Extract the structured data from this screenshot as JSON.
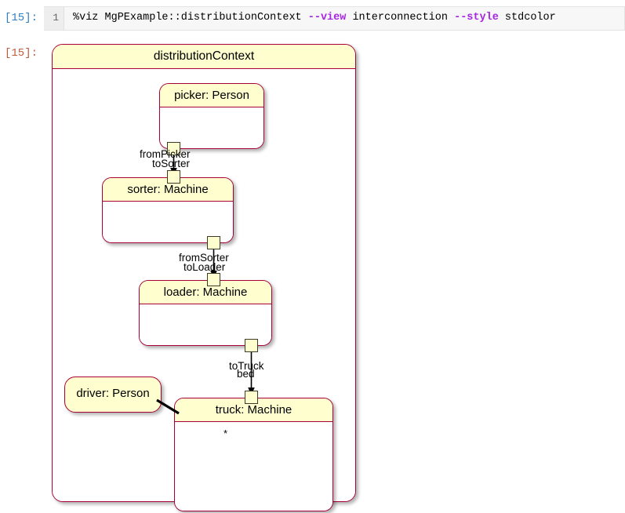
{
  "notebook": {
    "input_prompt": "[15]:",
    "output_prompt": "[15]:",
    "line_number": "1",
    "code": {
      "part1": "%viz MgPExample::distributionContext ",
      "flag1": "--view",
      "part2": " interconnection ",
      "flag2": "--style",
      "part3": " stdcolor"
    },
    "colors": {
      "in_prompt": "#307fc1",
      "out_prompt": "#bf5b3d",
      "flag": "#a626e1"
    }
  },
  "diagram": {
    "type": "interconnection",
    "style": "stdcolor",
    "colors": {
      "border": "#A80036",
      "header_fill": "#FEFECE",
      "body_fill": "#FFFFFF",
      "port_fill": "#FEFECE",
      "port_border": "#3B3B28",
      "link": "#000000"
    },
    "package": {
      "label": "distributionContext"
    },
    "nodes": [
      {
        "id": "picker",
        "label": "picker: Person",
        "multiplicity": ""
      },
      {
        "id": "sorter",
        "label": "sorter: Machine",
        "multiplicity": ""
      },
      {
        "id": "loader",
        "label": "loader: Machine",
        "multiplicity": ""
      },
      {
        "id": "driver",
        "label": "driver: Person",
        "multiplicity": ""
      },
      {
        "id": "truck",
        "label": "truck: Machine",
        "multiplicity": "*"
      }
    ],
    "connections": [
      {
        "from": "picker",
        "to": "sorter",
        "source_label": "fromPicker",
        "target_label": "toSorter"
      },
      {
        "from": "sorter",
        "to": "loader",
        "source_label": "fromSorter",
        "target_label": "toLoader"
      },
      {
        "from": "loader",
        "to": "truck",
        "source_label": "toTruck",
        "target_label": "bed"
      },
      {
        "from": "driver",
        "to": "truck",
        "source_label": "",
        "target_label": ""
      }
    ]
  }
}
